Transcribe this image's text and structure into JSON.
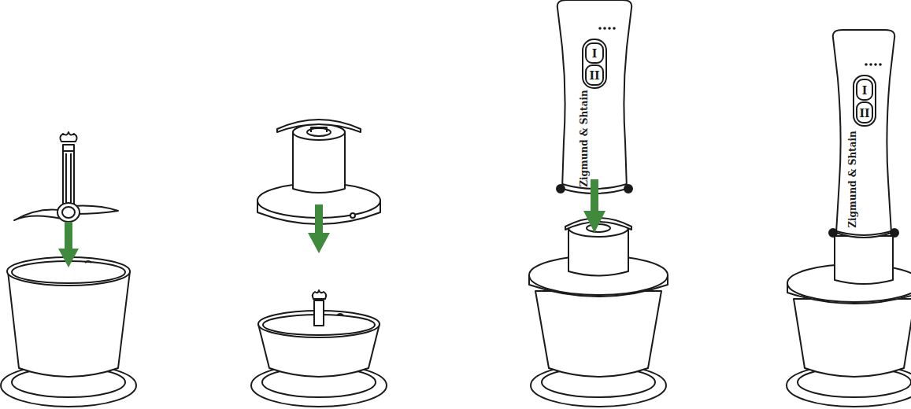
{
  "diagram": {
    "labels": [
      "I",
      "II",
      "Zigmund & Shtain",
      "I",
      "II",
      "Zigmund & Shtain"
    ]
  }
}
